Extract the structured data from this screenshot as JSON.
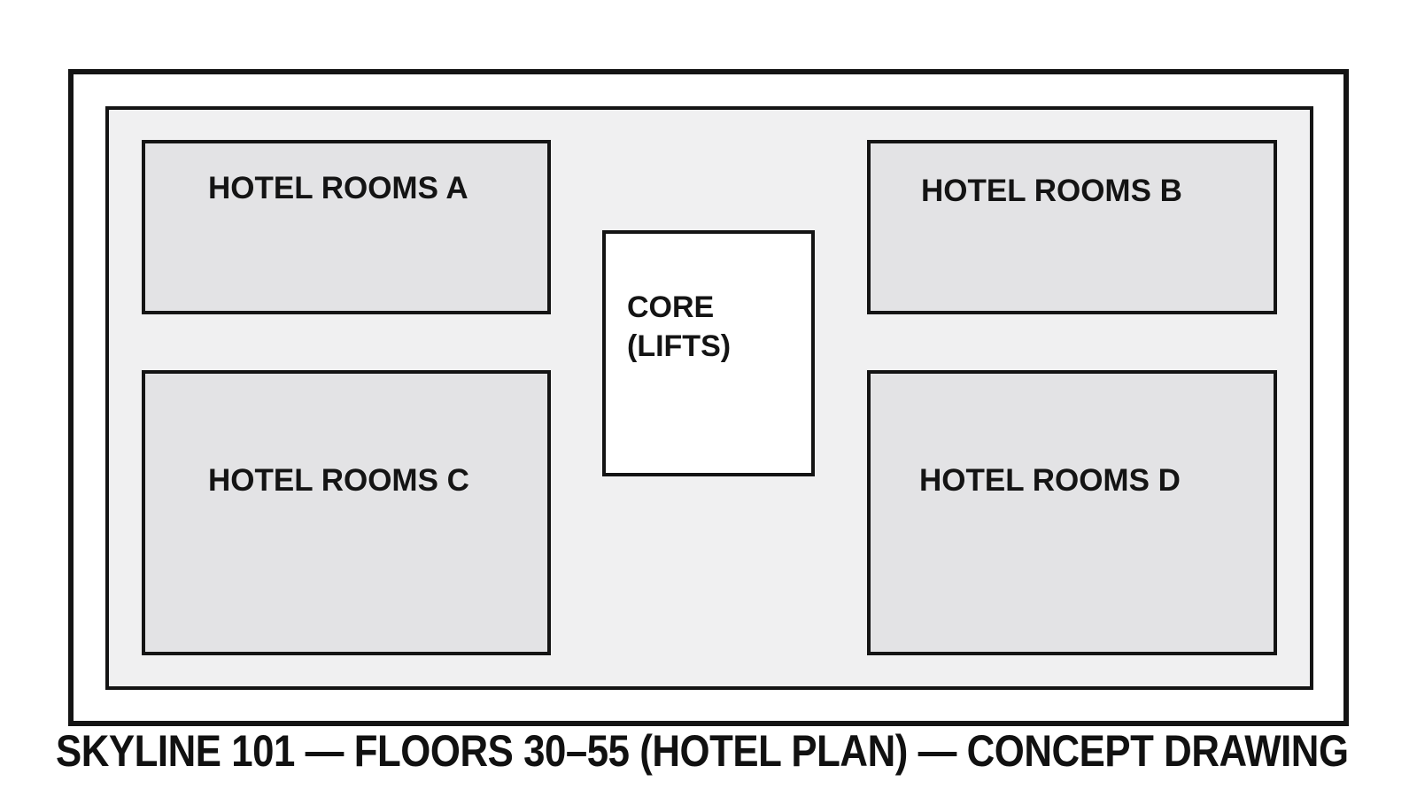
{
  "drawing": {
    "caption": "SKYLINE 101 — FLOORS 30–55 (HOTEL PLAN) — CONCEPT DRAWING",
    "rooms": [
      {
        "id": "a",
        "label": "HOTEL ROOMS A"
      },
      {
        "id": "b",
        "label": "HOTEL ROOMS B"
      },
      {
        "id": "c",
        "label": "HOTEL ROOMS C"
      },
      {
        "id": "d",
        "label": "HOTEL ROOMS D"
      }
    ],
    "core": {
      "line1": "CORE",
      "line2": "(LIFTS)"
    }
  },
  "colors": {
    "line": "#141414",
    "page_background": "#ffffff",
    "floor_plate_fill": "#f0f0f1",
    "room_fill": "#e3e3e5",
    "core_fill": "#ffffff",
    "text": "#141414"
  }
}
